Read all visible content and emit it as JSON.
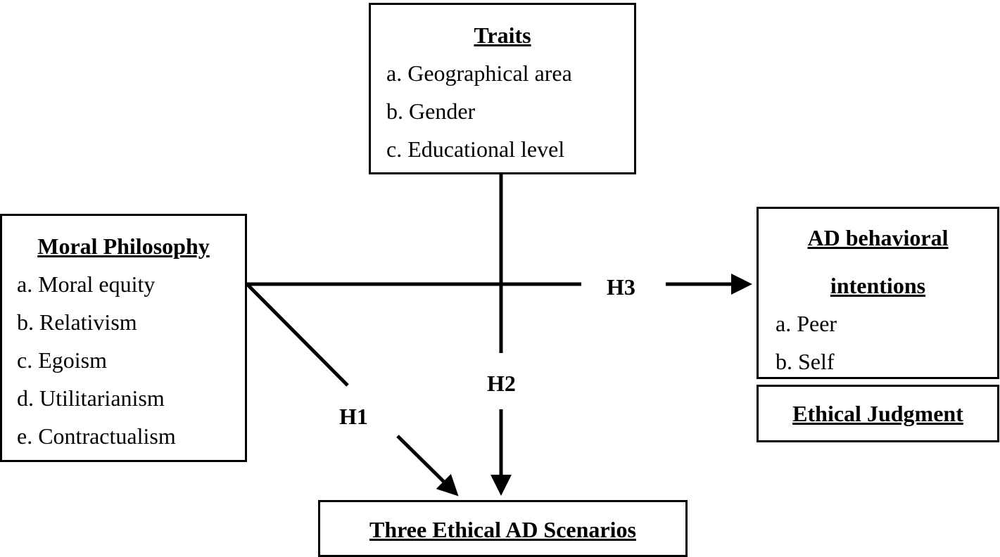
{
  "traits": {
    "title": "Traits",
    "items": [
      "a. Geographical area",
      "b. Gender",
      "c. Educational level"
    ]
  },
  "moral_philosophy": {
    "title": "Moral Philosophy",
    "items": [
      "a. Moral equity",
      "b. Relativism",
      "c. Egoism",
      "d. Utilitarianism",
      "e. Contractualism"
    ]
  },
  "behavioral_intentions": {
    "title_line1": "AD behavioral",
    "title_line2": "intentions",
    "items": [
      "a. Peer",
      "b. Self"
    ]
  },
  "ethical_judgment": {
    "title": "Ethical Judgment"
  },
  "scenarios": {
    "title": "Three Ethical AD Scenarios"
  },
  "hypotheses": {
    "h1": "H1",
    "h2": "H2",
    "h3": "H3"
  },
  "colors": {
    "stroke": "#000000",
    "background": "#ffffff"
  }
}
